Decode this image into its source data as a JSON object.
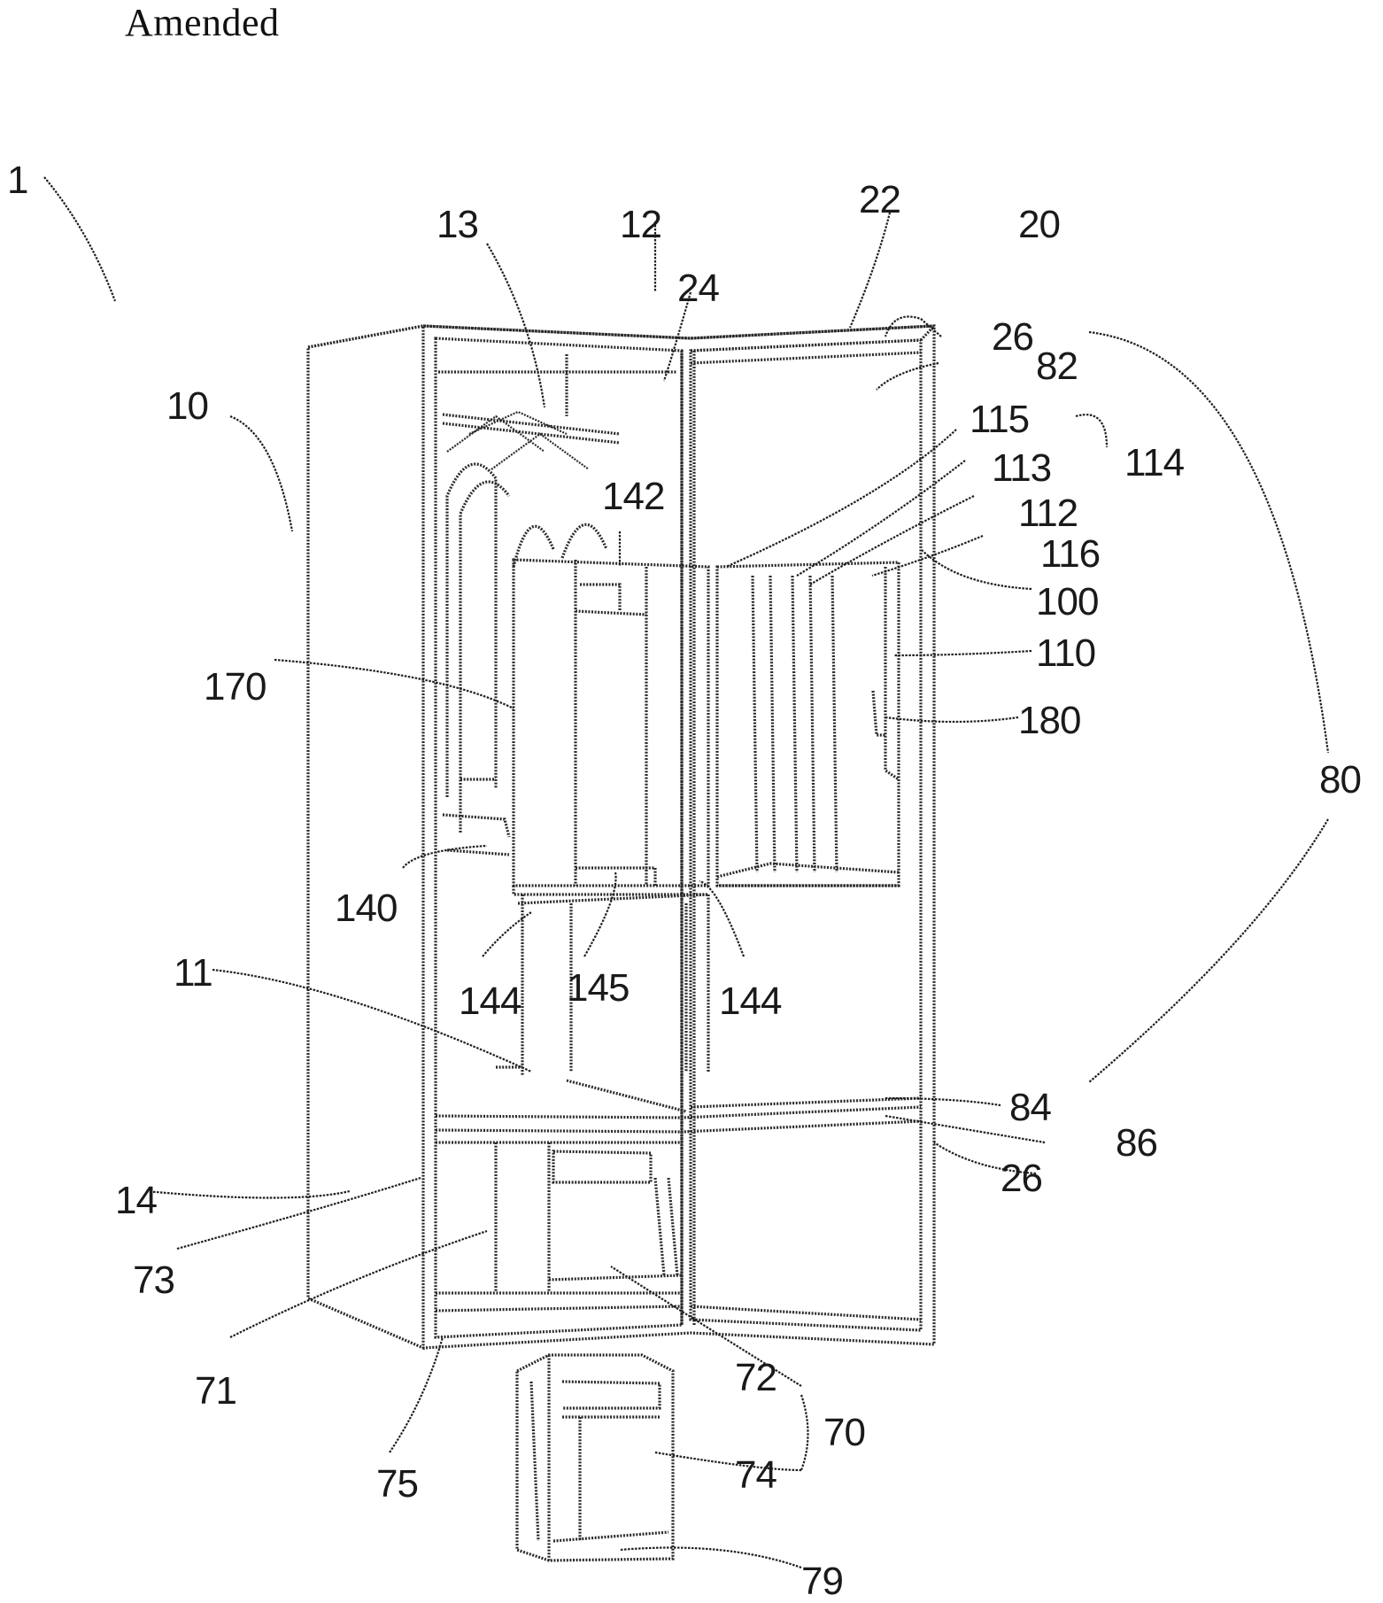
{
  "header": {
    "text": "Amended"
  },
  "labels": [
    {
      "id": "1",
      "text": "1"
    },
    {
      "id": "13",
      "text": "13"
    },
    {
      "id": "12",
      "text": "12"
    },
    {
      "id": "24",
      "text": "24"
    },
    {
      "id": "22",
      "text": "22"
    },
    {
      "id": "20",
      "text": "20"
    },
    {
      "id": "26a",
      "text": "26"
    },
    {
      "id": "82",
      "text": "82"
    },
    {
      "id": "10",
      "text": "10"
    },
    {
      "id": "142",
      "text": "142"
    },
    {
      "id": "115",
      "text": "115"
    },
    {
      "id": "114",
      "text": "114"
    },
    {
      "id": "113",
      "text": "113"
    },
    {
      "id": "112",
      "text": "112"
    },
    {
      "id": "116",
      "text": "116"
    },
    {
      "id": "100",
      "text": "100"
    },
    {
      "id": "110",
      "text": "110"
    },
    {
      "id": "170",
      "text": "170"
    },
    {
      "id": "180",
      "text": "180"
    },
    {
      "id": "80",
      "text": "80"
    },
    {
      "id": "140",
      "text": "140"
    },
    {
      "id": "144a",
      "text": "144"
    },
    {
      "id": "145",
      "text": "145"
    },
    {
      "id": "144b",
      "text": "144"
    },
    {
      "id": "11",
      "text": "11"
    },
    {
      "id": "84",
      "text": "84"
    },
    {
      "id": "86",
      "text": "86"
    },
    {
      "id": "26b",
      "text": "26"
    },
    {
      "id": "14",
      "text": "14"
    },
    {
      "id": "73",
      "text": "73"
    },
    {
      "id": "71",
      "text": "71"
    },
    {
      "id": "72",
      "text": "72"
    },
    {
      "id": "70",
      "text": "70"
    },
    {
      "id": "75",
      "text": "75"
    },
    {
      "id": "74",
      "text": "74"
    },
    {
      "id": "79",
      "text": "79"
    }
  ]
}
